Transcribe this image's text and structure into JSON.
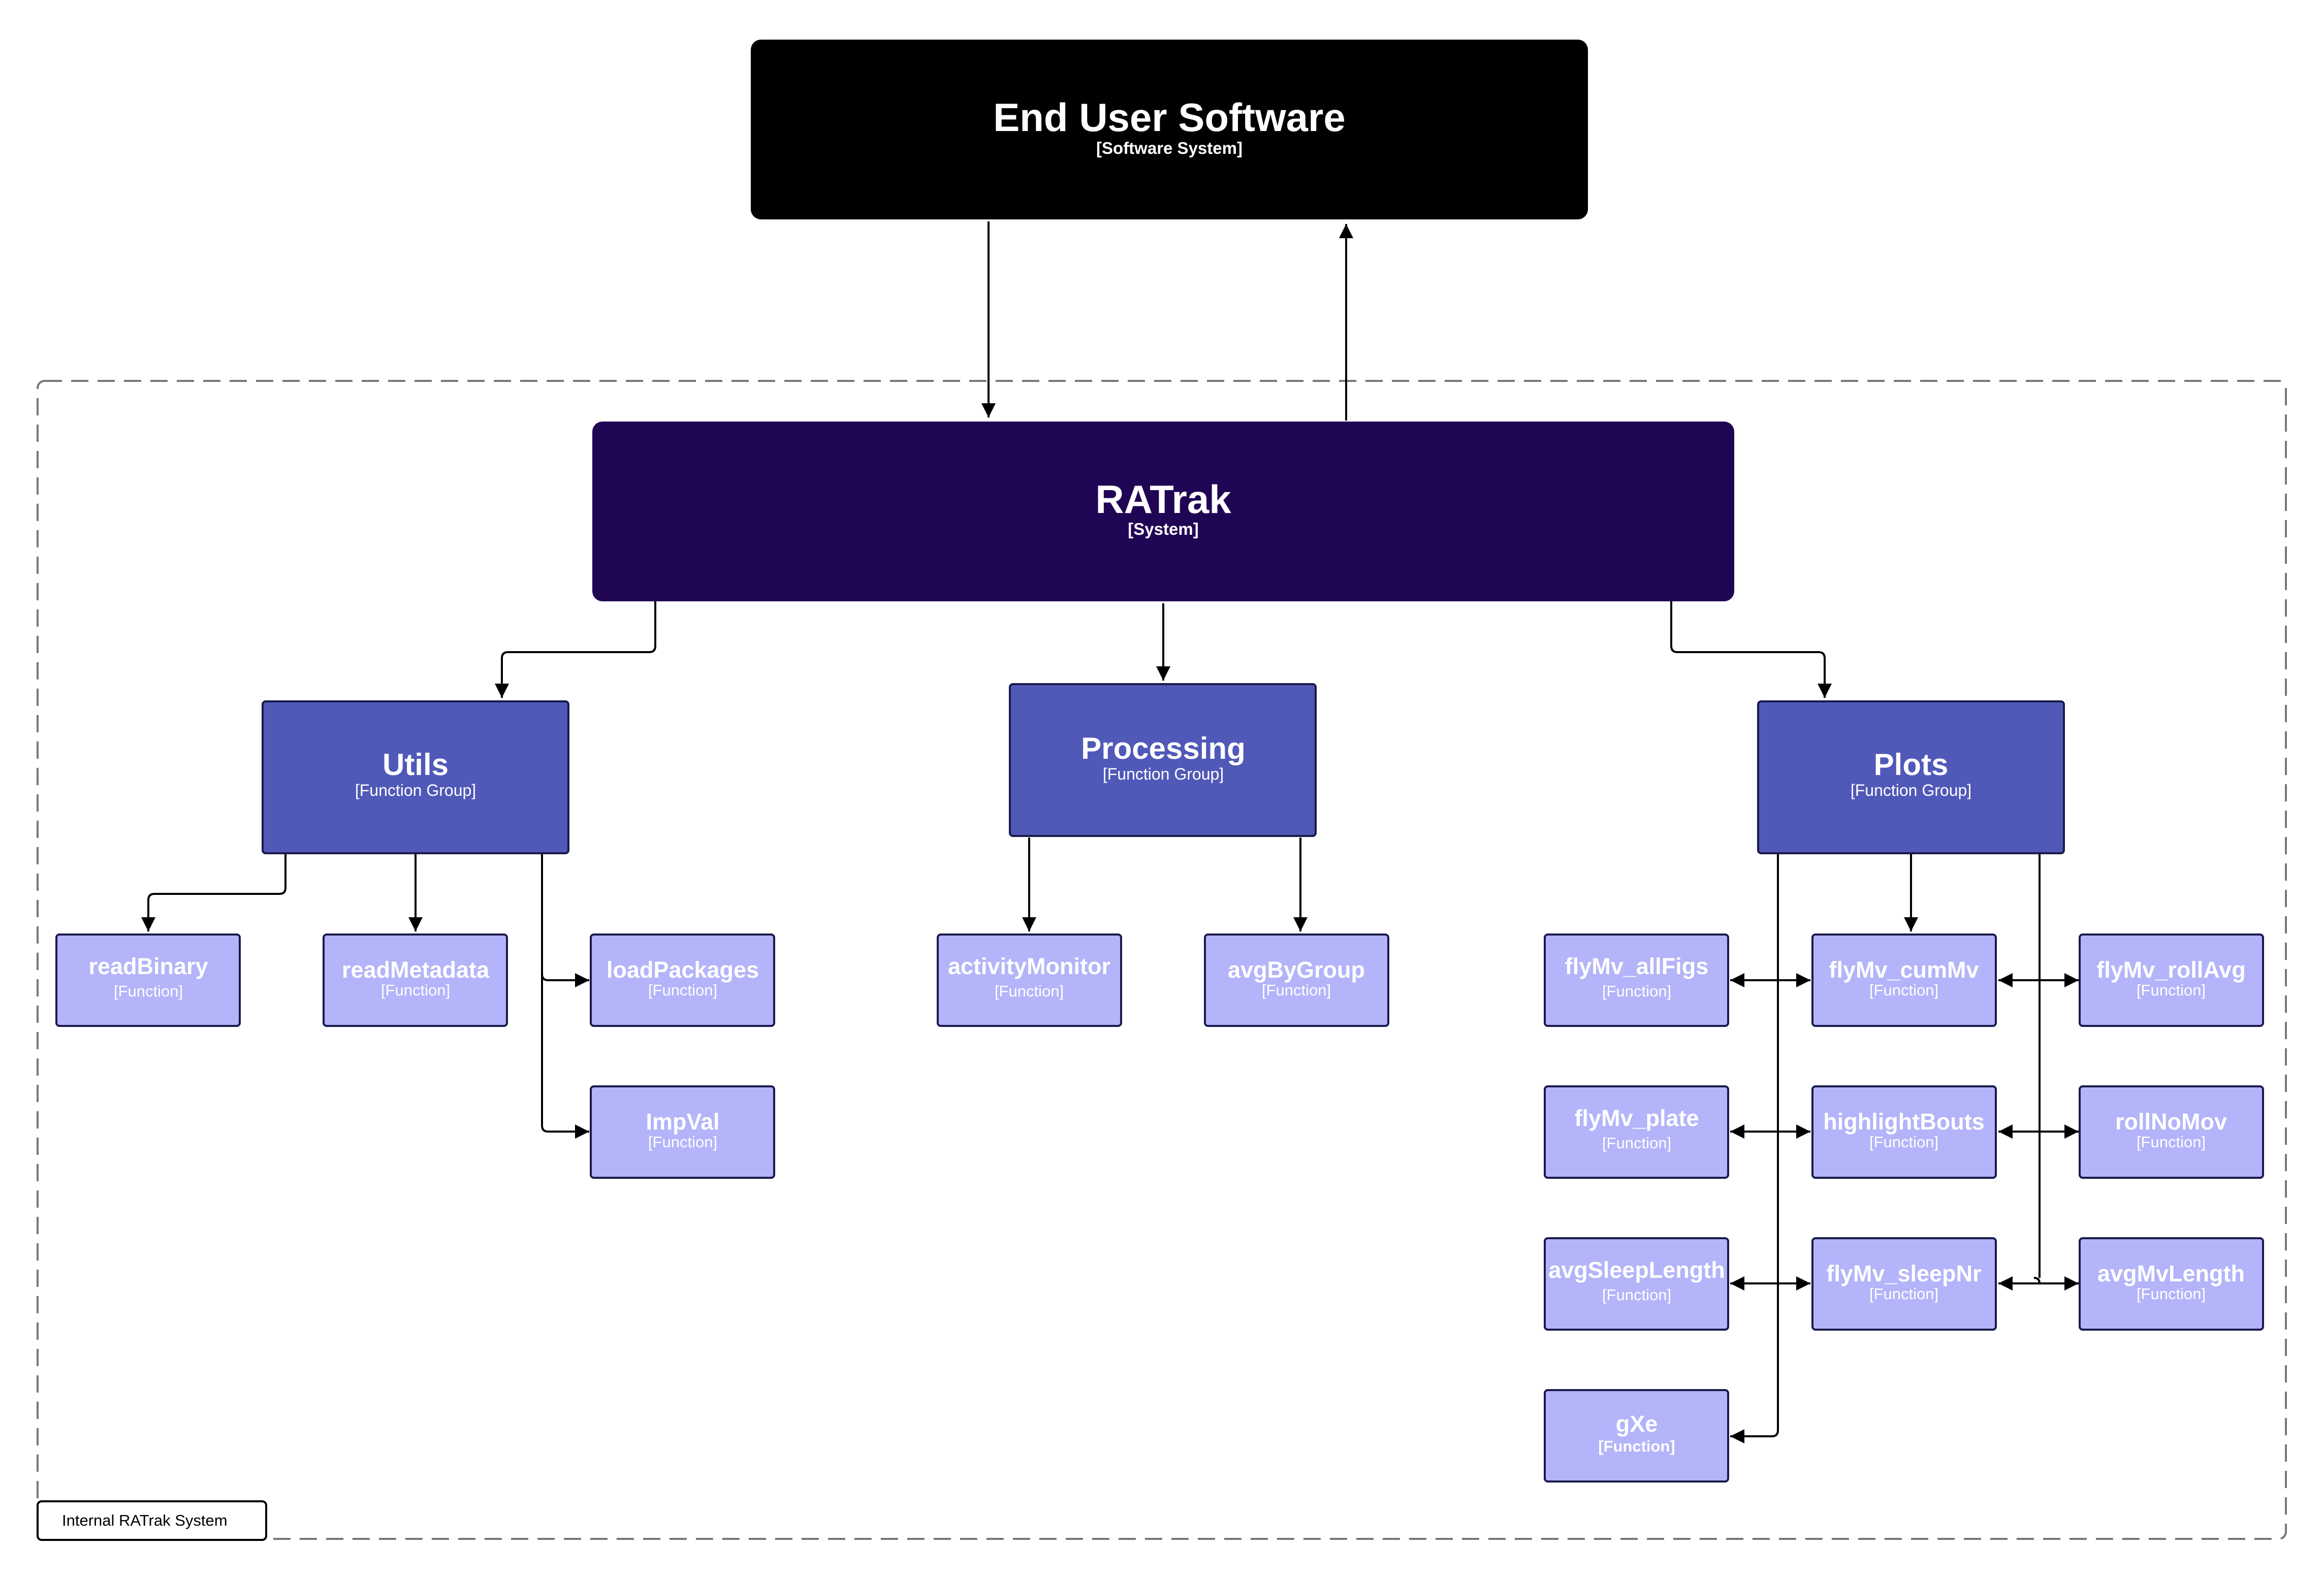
{
  "boundary": {
    "label": "Internal RATrak System"
  },
  "nodes": {
    "end_user": {
      "title": "End User Software",
      "type": "[Software System]"
    },
    "ratrak": {
      "title": "RATrak",
      "type": "[System]"
    },
    "utils": {
      "title": "Utils",
      "type": "[Function Group]"
    },
    "processing": {
      "title": "Processing",
      "type": "[Function Group]"
    },
    "plots": {
      "title": "Plots",
      "type": "[Function Group]"
    },
    "readBinary": {
      "title": "readBinary",
      "type": "[Function]"
    },
    "readMetadata": {
      "title": "readMetadata",
      "type": "[Function]"
    },
    "loadPackages": {
      "title": "loadPackages",
      "type": "[Function]"
    },
    "impVal": {
      "title": "ImpVal",
      "type": "[Function]"
    },
    "activityMonitor": {
      "title": "activityMonitor",
      "type": "[Function]"
    },
    "avgByGroup": {
      "title": "avgByGroup",
      "type": "[Function]"
    },
    "flyMv_allFigs": {
      "title": "flyMv_allFigs",
      "type": "[Function]"
    },
    "flyMv_cumMv": {
      "title": "flyMv_cumMv",
      "type": "[Function]"
    },
    "flyMv_rollAvg": {
      "title": "flyMv_rollAvg",
      "type": "[Function]"
    },
    "flyMv_plate": {
      "title": "flyMv_plate",
      "type": "[Function]"
    },
    "highlightBouts": {
      "title": "highlightBouts",
      "type": "[Function]"
    },
    "rollNoMov": {
      "title": "rollNoMov",
      "type": "[Function]"
    },
    "avgSleepLength": {
      "title": "avgSleepLength",
      "type": "[Function]"
    },
    "flyMv_sleepNr": {
      "title": "flyMv_sleepNr",
      "type": "[Function]"
    },
    "avgMvLength": {
      "title": "avgMvLength",
      "type": "[Function]"
    },
    "gXe": {
      "title": "gXe",
      "type": "[Function]"
    }
  },
  "colors": {
    "end_user_fill": "#000000",
    "system_fill": "#210555",
    "group_fill": "#5059b8",
    "function_fill": "#b3b4f9",
    "line": "#000000"
  }
}
